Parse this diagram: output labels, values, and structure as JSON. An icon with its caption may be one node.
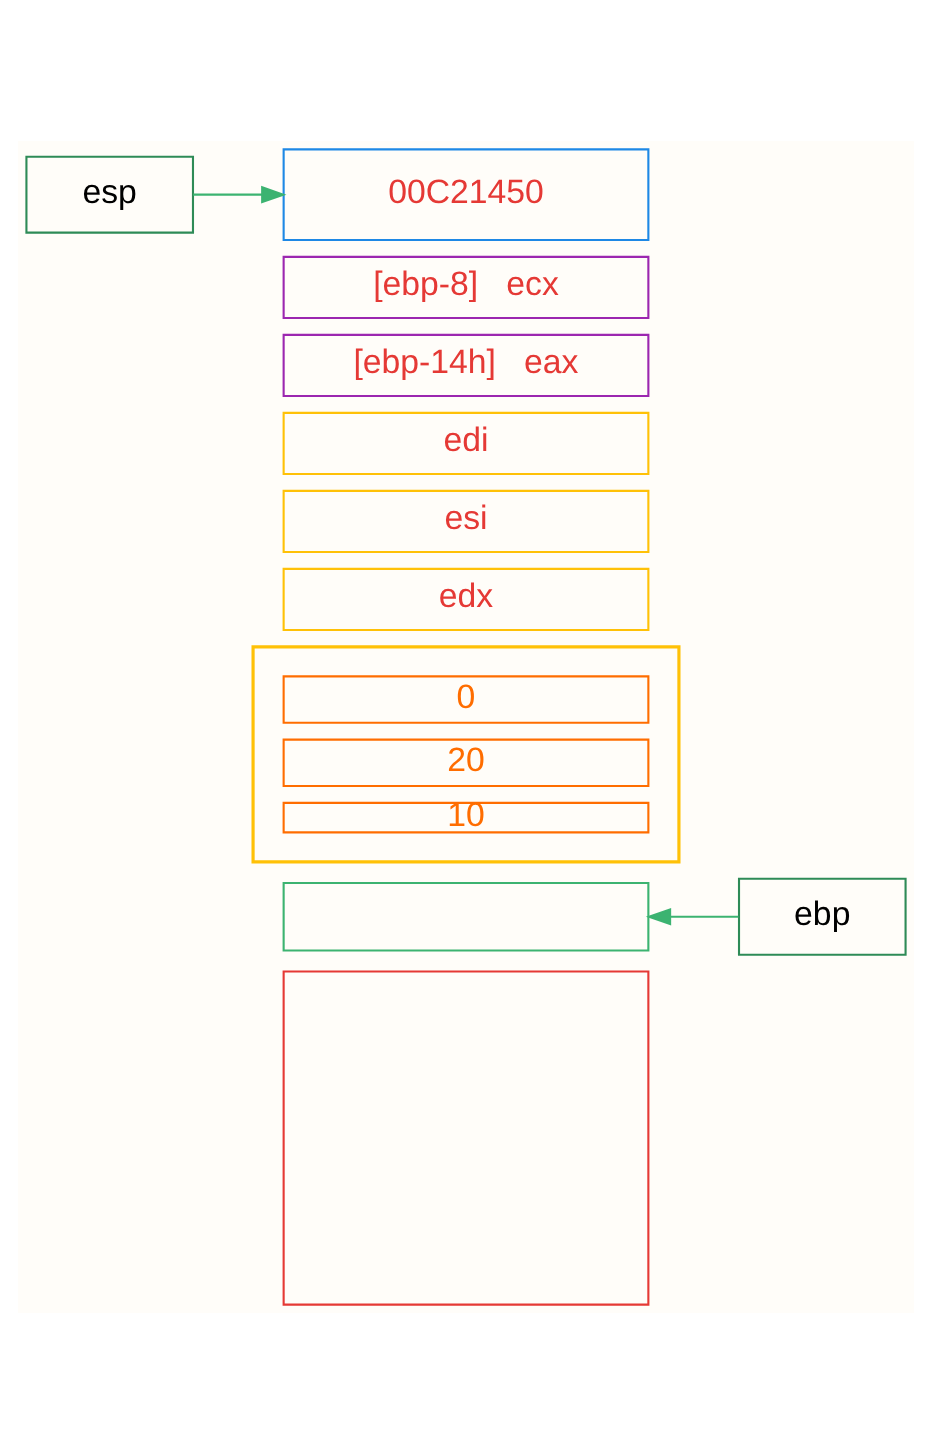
{
  "diagram": {
    "nodes": [
      {
        "text": [
          "esp"
        ]
      },
      {
        "text": [
          "00C21450"
        ]
      },
      {
        "text": [
          "[ebp-8]   ecx"
        ]
      },
      {
        "text": [
          "[ebp-14h]   eax"
        ]
      },
      {
        "text": [
          "edi"
        ]
      },
      {
        "text": [
          "esi"
        ]
      },
      {
        "text": [
          "edx"
        ]
      },
      {
        "text": [],
        "shape": "box"
      },
      {
        "text": [
          "0"
        ],
        "in": 7
      },
      {
        "text": [
          "20"
        ],
        "in": 7
      },
      {
        "text": [
          "10"
        ],
        "in": 7
      },
      {
        "text": [
          "ebp"
        ]
      },
      {
        "text": [],
        "shape": "box"
      },
      {
        "text": [],
        "shape": "box"
      }
    ],
    "edges": [
      {
        "from": 0,
        "to": 1,
        "arrow": "to",
        "color": "#3cb371"
      },
      {
        "from": 11,
        "to": 12,
        "arrow": "to",
        "color": "#3cb371"
      }
    ]
  }
}
